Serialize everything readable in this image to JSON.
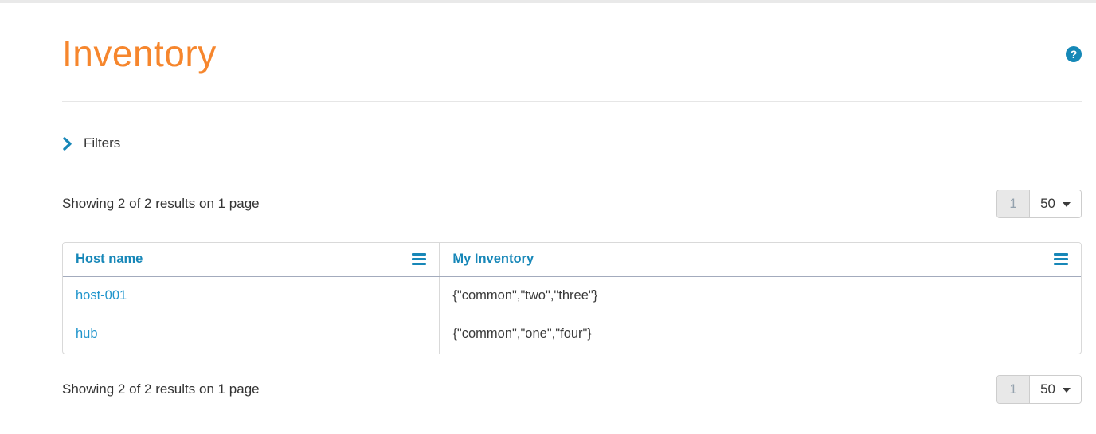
{
  "page": {
    "title": "Inventory",
    "help_label": "?"
  },
  "filters": {
    "label": "Filters"
  },
  "results_summary": {
    "top": "Showing 2 of 2 results on 1 page",
    "bottom": "Showing 2 of 2 results on 1 page"
  },
  "pagination": {
    "current_page": "1",
    "page_size": "50"
  },
  "table": {
    "columns": [
      {
        "label": "Host name"
      },
      {
        "label": "My Inventory"
      }
    ],
    "rows": [
      {
        "host": "host-001",
        "inventory": "{\"common\",\"two\",\"three\"}"
      },
      {
        "host": "hub",
        "inventory": "{\"common\",\"one\",\"four\"}"
      }
    ]
  },
  "colors": {
    "title_orange": "#f6862d",
    "link_blue": "#2095cc",
    "header_blue": "#1787b8",
    "help_badge_blue": "#1588b7",
    "header_underline": "#a3abbd",
    "table_border": "#d9d9d9",
    "page_btn_bg": "#e8e8e8"
  }
}
